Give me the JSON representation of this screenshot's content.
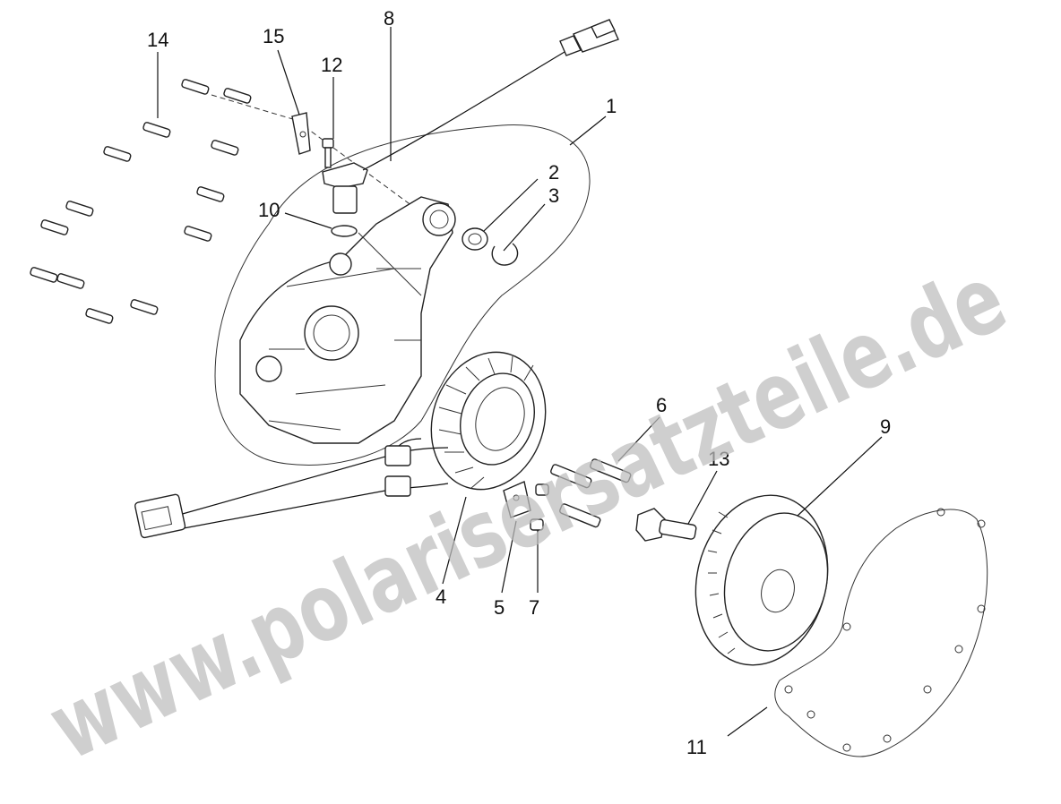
{
  "labels": {
    "p1": "1",
    "p2": "2",
    "p3": "3",
    "p4": "4",
    "p5": "5",
    "p6": "6",
    "p7": "7",
    "p8": "8",
    "p9": "9",
    "p10": "10",
    "p11": "11",
    "p12": "12",
    "p13": "13",
    "p14": "14",
    "p15": "15"
  },
  "watermark": "www.polarisersatzteile.de",
  "colors": {
    "ink": "#111111",
    "watermark": "#bdbdbd",
    "background": "#ffffff"
  }
}
